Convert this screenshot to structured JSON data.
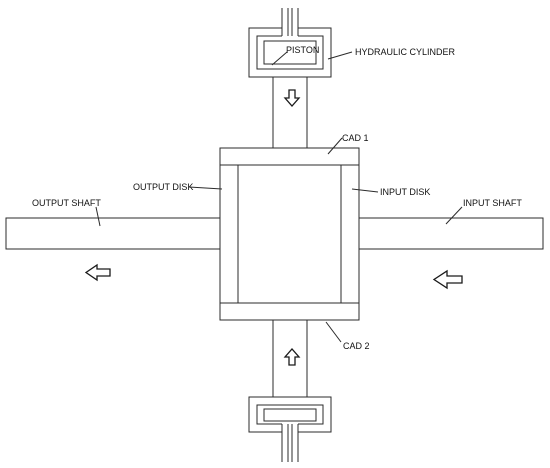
{
  "labels": {
    "piston": "PISTON",
    "hydraulic_cylinder": "HYDRAULIC CYLINDER",
    "cad_1": "CAD 1",
    "cad_2": "CAD 2",
    "output_disk": "OUTPUT DISK",
    "input_disk": "INPUT DISK",
    "output_shaft": "OUTPUT SHAFT",
    "input_shaft": "INPUT SHAFT"
  },
  "arrows": [
    {
      "name": "piston-push-arrow-top",
      "direction": "down"
    },
    {
      "name": "piston-push-arrow-bottom",
      "direction": "up"
    },
    {
      "name": "output-shaft-arrow",
      "direction": "left"
    },
    {
      "name": "input-shaft-arrow",
      "direction": "left"
    }
  ]
}
